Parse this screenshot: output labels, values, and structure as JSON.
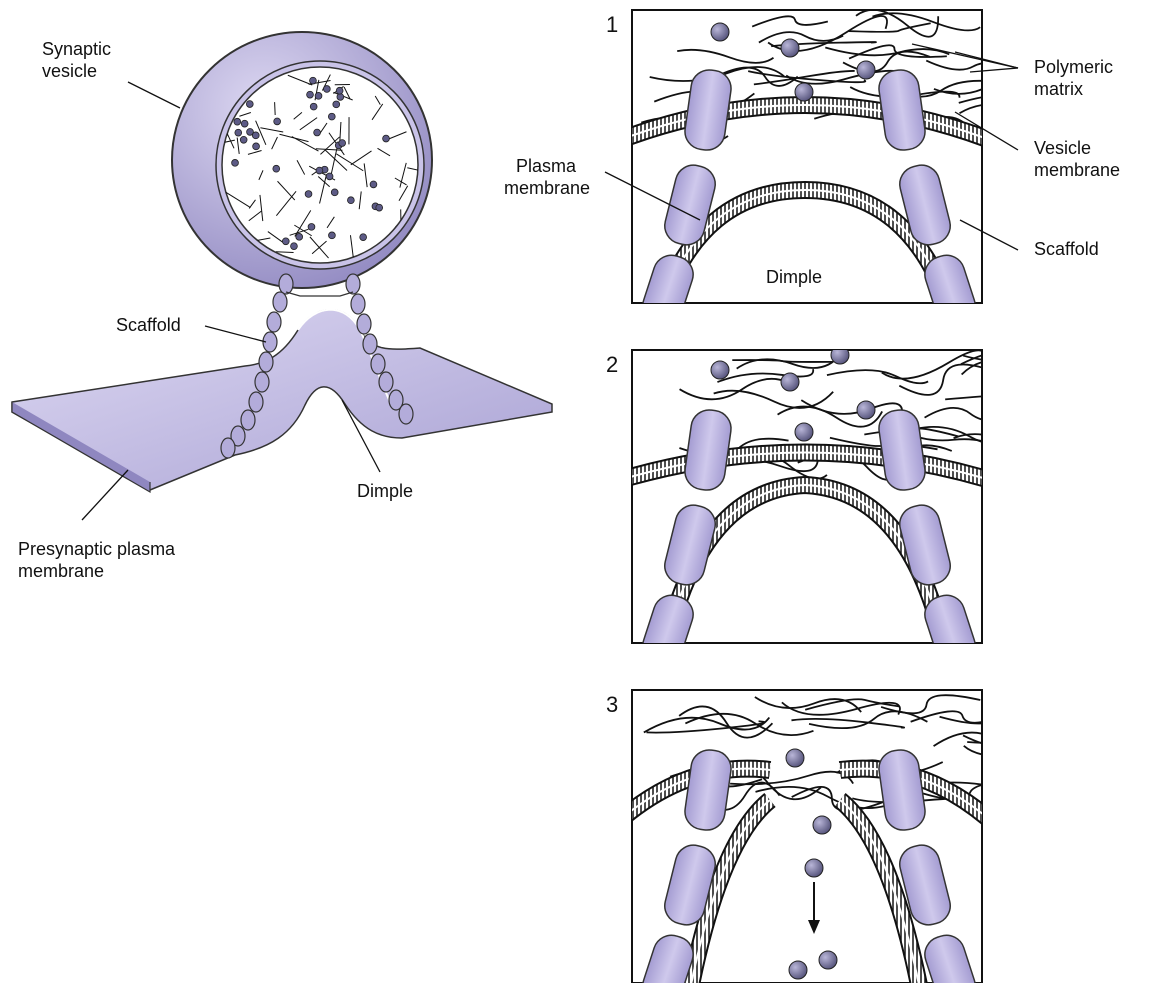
{
  "labels": {
    "synaptic_vesicle_1": "Synaptic",
    "synaptic_vesicle_2": "vesicle",
    "scaffold_left": "Scaffold",
    "dimple_left": "Dimple",
    "presynaptic_1": "Presynaptic plasma",
    "presynaptic_2": "membrane",
    "plasma_membrane_1": "Plasma",
    "plasma_membrane_2": "membrane",
    "polymeric_matrix_1": "Polymeric",
    "polymeric_matrix_2": "matrix",
    "vesicle_membrane_1": "Vesicle",
    "vesicle_membrane_2": "membrane",
    "scaffold_right": "Scaffold",
    "dimple_panel1": "Dimple"
  },
  "panels": [
    {
      "number": "1"
    },
    {
      "number": "2"
    },
    {
      "number": "3"
    }
  ],
  "colors": {
    "scaffold_fill": "#b3acda",
    "scaffold_light": "#d4cfee",
    "membrane_fill": "#c9c3e8",
    "molecule": "#6c6a8e",
    "ink": "#111111"
  }
}
